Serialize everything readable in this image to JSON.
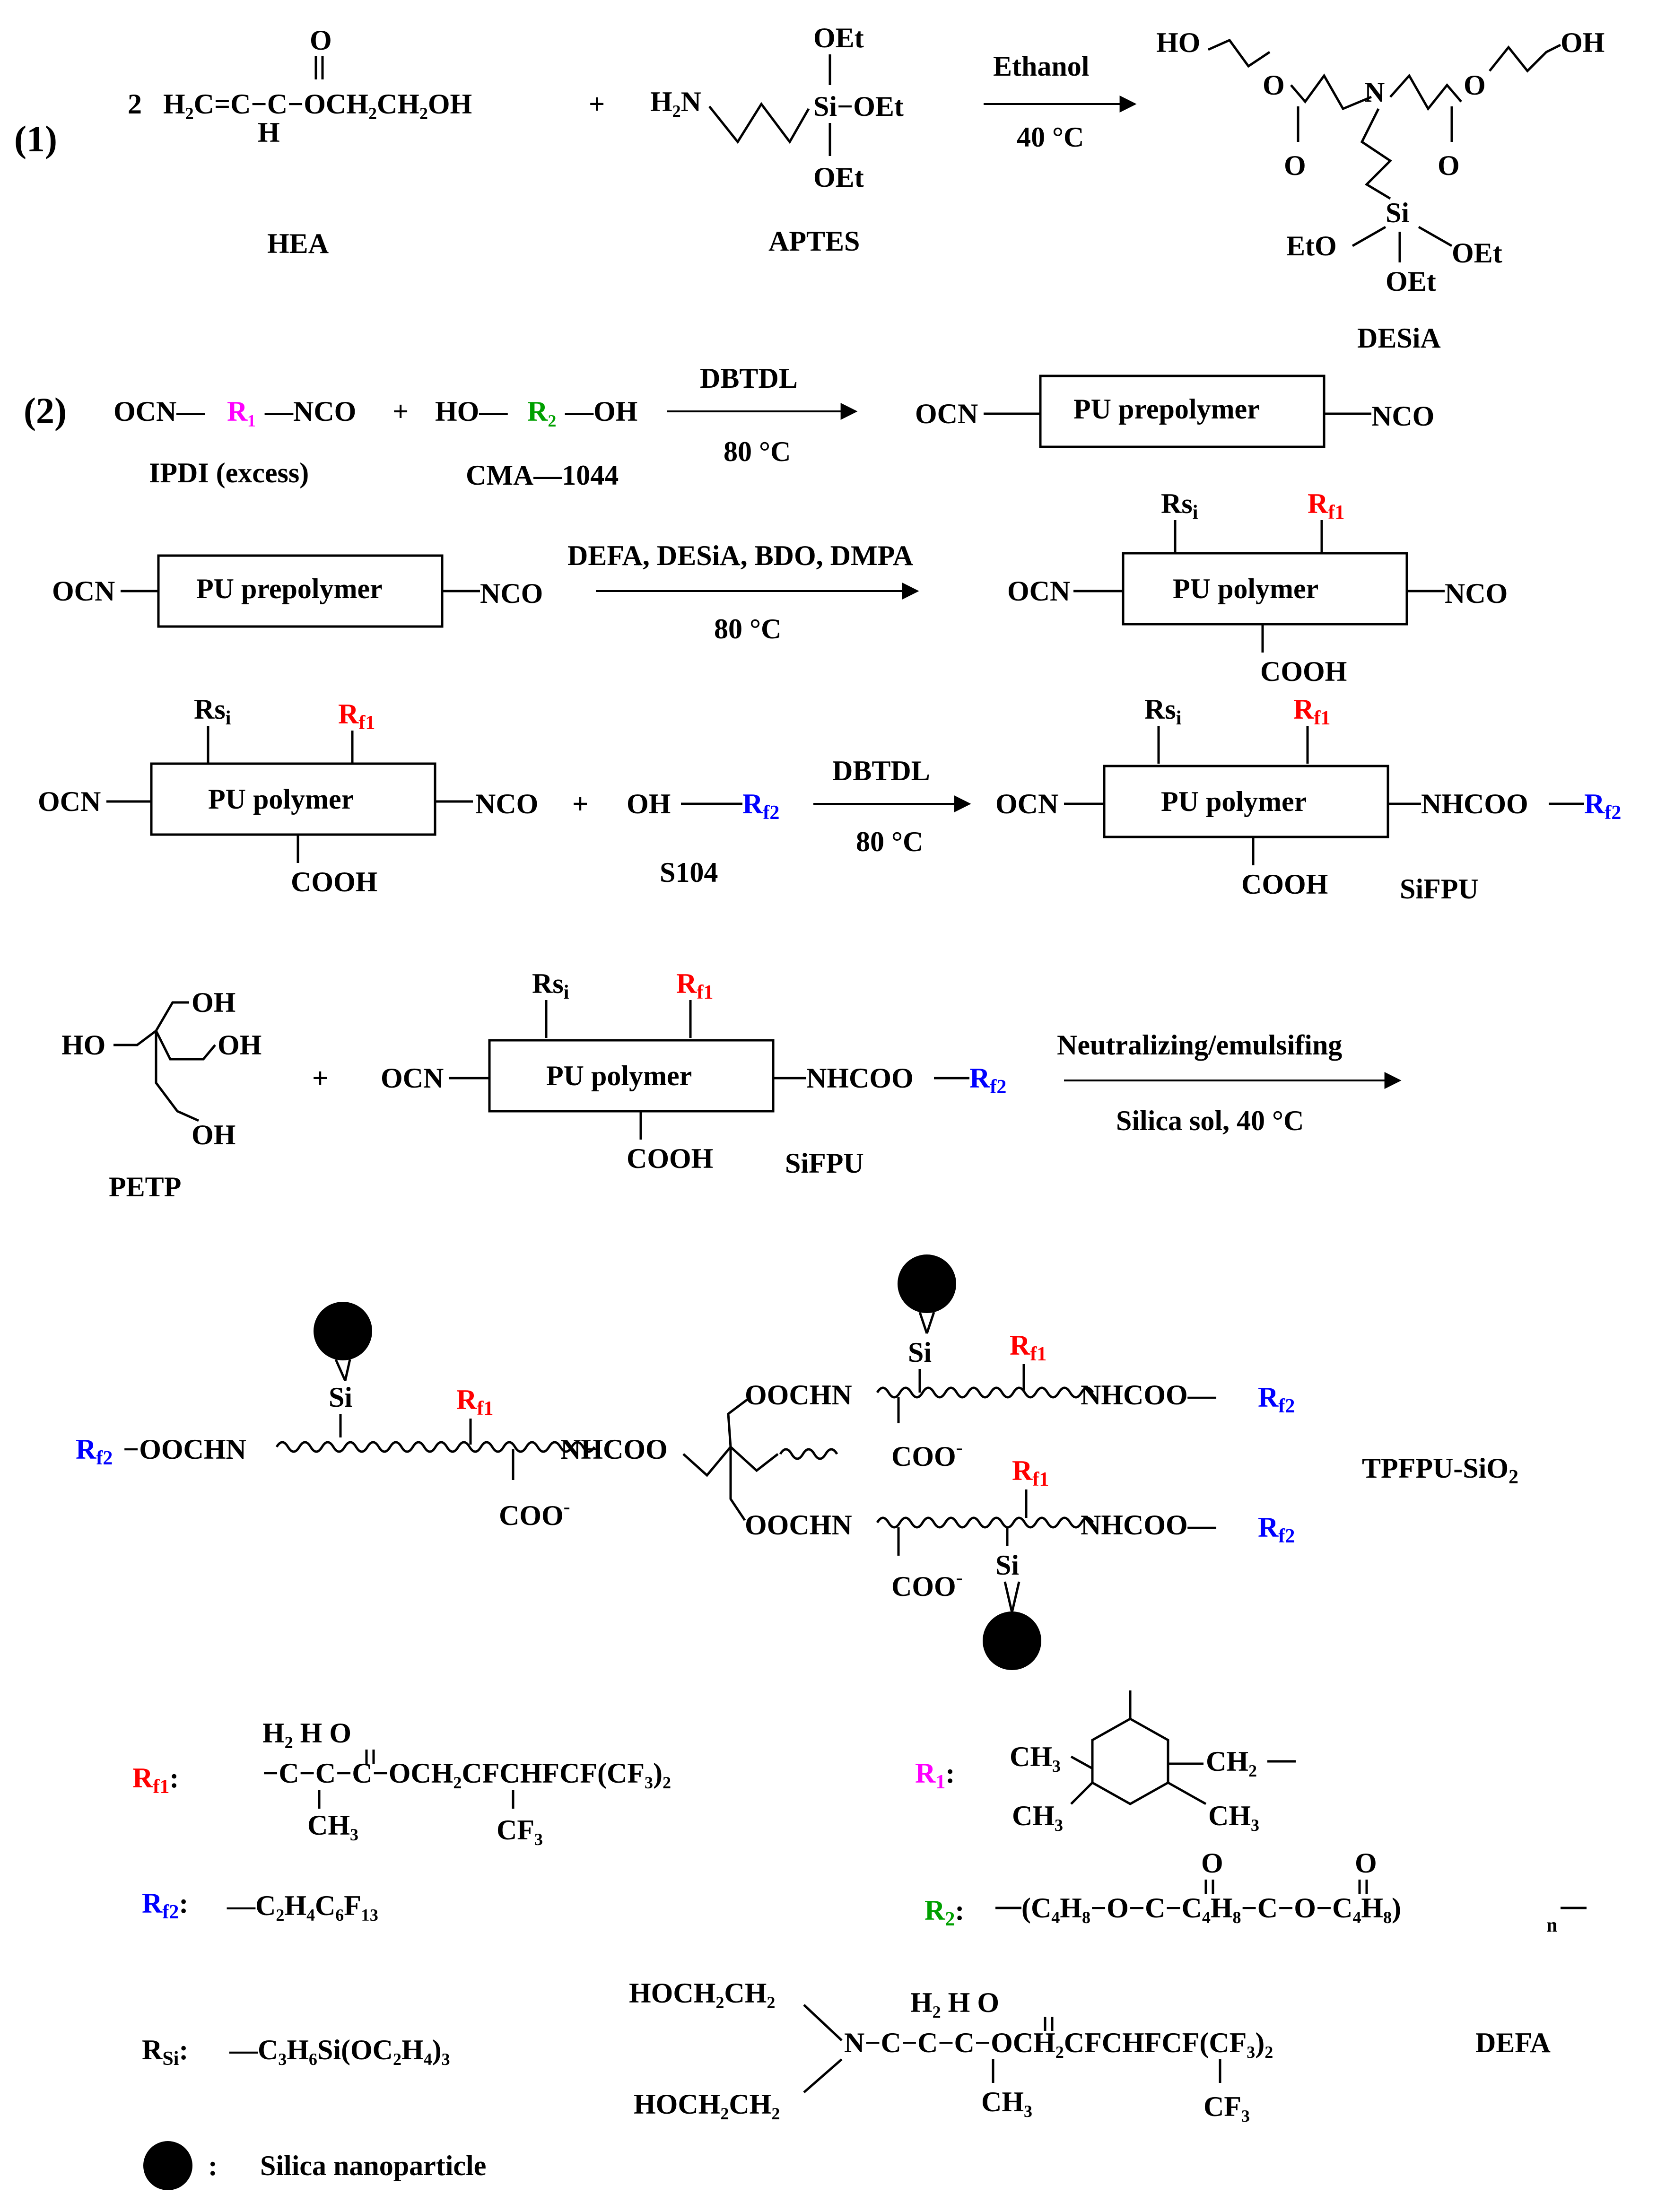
{
  "colors": {
    "Rf1": "#ff0000",
    "Rf2": "#0000ff",
    "R1": "#ff00ff",
    "R2": "#00a000",
    "text": "#000000"
  },
  "step1": {
    "label": "(1)",
    "hea": {
      "coef": "2",
      "formula": "H₂C=C−C−OCH₂CH₂OH",
      "h": "H",
      "o": "O",
      "name": "HEA"
    },
    "plus": "+",
    "aptes": {
      "h2n": "H₂N",
      "oet_top": "OEt",
      "si": "Si−OEt",
      "oet_bottom": "OEt",
      "name": "APTES"
    },
    "arrow": {
      "above": "Ethanol",
      "below": "40 °C"
    },
    "desia": {
      "ho": "HO",
      "oh": "OH",
      "n": "N",
      "o_ester": "O",
      "o_carbonyl": "O",
      "si": "Si",
      "eto": "EtO",
      "oet_right": "OEt",
      "oet_bottom": "OEt",
      "name": "DESiA"
    }
  },
  "step2": {
    "label": "(2)",
    "row1": {
      "ocn": "OCN—",
      "r1": "R₁",
      "nco": "—NCO",
      "plus": "+",
      "ho": "HO—",
      "r2": "R₂",
      "oh": "—OH",
      "ipdi": "IPDI (excess)",
      "cma": "CMA—1044",
      "arrow": {
        "above": "DBTDL",
        "below": "80 °C"
      },
      "prod_ocn": "OCN",
      "prod_box": "PU prepolymer",
      "prod_nco": "NCO"
    },
    "row2": {
      "ocn": "OCN",
      "box": "PU prepolymer",
      "nco": "NCO",
      "arrow": {
        "above": "DEFA, DESiA, BDO, DMPA",
        "below": "80 °C"
      },
      "prod_ocn": "OCN",
      "prod_box": "PU polymer",
      "prod_nco": "NCO",
      "rsi": "Rs",
      "rsi_sub": "i",
      "rf1": "R",
      "rf1_sub": "f1",
      "cooh": "COOH"
    },
    "row3": {
      "ocn": "OCN",
      "box": "PU polymer",
      "nco": "NCO",
      "rsi": "Rs",
      "rsi_sub": "i",
      "rf1": "R",
      "rf1_sub": "f1",
      "cooh": "COOH",
      "plus": "+",
      "oh": "OH",
      "rf2": "R",
      "rf2_sub": "f2",
      "s104": "S104",
      "arrow": {
        "above": "DBTDL",
        "below": "80 °C"
      },
      "prod_ocn": "OCN",
      "prod_box": "PU polymer",
      "prod_end": "NHCOO",
      "prod_rf2": "R",
      "prod_rf2_sub": "f2",
      "prod_cooh": "COOH",
      "prod_rsi": "Rs",
      "prod_rsi_sub": "i",
      "prod_rf1": "R",
      "prod_rf1_sub": "f1",
      "name": "SiFPU"
    },
    "row4": {
      "oh_top": "OH",
      "ho": "HO",
      "oh_mid": "OH",
      "oh_bot": "OH",
      "petp": "PETP",
      "plus": "+",
      "ocn": "OCN",
      "box": "PU polymer",
      "end": "NHCOO",
      "rf2": "R",
      "rf2_sub": "f2",
      "cooh": "COOH",
      "rsi": "Rs",
      "rsi_sub": "i",
      "rf1": "R",
      "rf1_sub": "f1",
      "name": "SiFPU",
      "arrow": {
        "above": "Neutralizing/emulsifing",
        "below": "Silica sol, 40 °C"
      }
    }
  },
  "product": {
    "left_rf2": "R",
    "left_rf2_sub": "f2",
    "left_chain": "−OOCHN",
    "mid_nhcoo": "NHCOO",
    "si": "Si",
    "rf1": "R",
    "rf1_sub": "f1",
    "coo": "COO",
    "coo_sup": "-",
    "ooc": "OOCHN",
    "nhcoo": "NHCOO—",
    "rf2": "R",
    "rf2_sub": "f2",
    "name": "TPFPU-SiO",
    "name_sub": "2"
  },
  "legend": {
    "rf1": {
      "label": "R",
      "sub": "f1",
      "colon": ":",
      "top": "H₂ H   O",
      "formula": "−C−C−C−OCH₂CFCHFCF(CF₃)₂",
      "ch3": "CH₃",
      "cf3": "CF₃"
    },
    "r1": {
      "label": "R",
      "sub": "1",
      "colon": ":",
      "ch3_1": "CH₃",
      "ch3_2": "CH₃",
      "ch3_3": "CH₃",
      "ch2": "CH₂"
    },
    "rf2": {
      "label": "R",
      "sub": "f2",
      "colon": ":",
      "formula": "—C₂H₄C₆F₁₃"
    },
    "r2": {
      "label": "R",
      "sub": "2",
      "colon": ":",
      "formula": "(C₄H₈−O−C−C₄H₈−C−O−C₄H₈)",
      "n": "n",
      "o": "O"
    },
    "rsi": {
      "label": "R",
      "sub": "Si",
      "colon": ":",
      "formula": "—C₃H₆Si(OC₂H₄)₃"
    },
    "defa": {
      "hoch_top": "HOCH₂CH₂",
      "hoch_bot": "HOCH₂CH₂",
      "chain": "N−C−C−C−OCH₂CFCHFCF(CF₃)₂",
      "top": "H₂  H    O",
      "ch3": "CH₃",
      "cf3": "CF₃",
      "name": "DEFA"
    },
    "silica": {
      "colon": ":",
      "text": "Silica nanoparticle"
    }
  }
}
